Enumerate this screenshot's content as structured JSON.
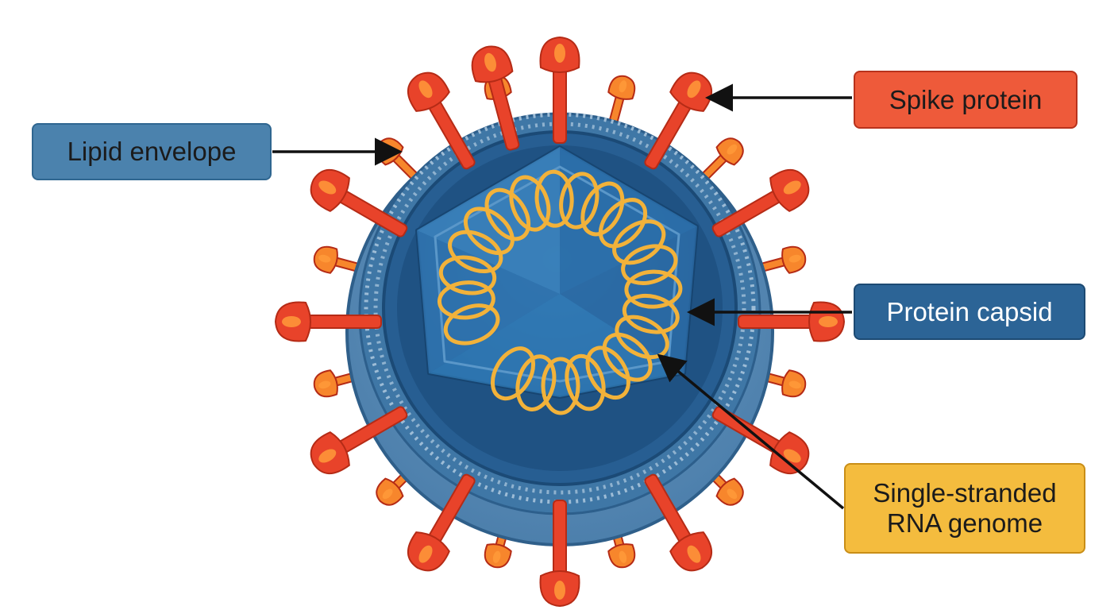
{
  "labels": {
    "lipid_envelope": "Lipid envelope",
    "spike_protein": "Spike protein",
    "protein_capsid": "Protein capsid",
    "rna_genome": "Single-stranded\nRNA genome"
  },
  "colors": {
    "lipid_box_fill": "#4b82ad",
    "lipid_box_border": "#2f6690",
    "spike_box_fill": "#ee5a3a",
    "spike_box_border": "#b8321c",
    "capsid_box_fill": "#2c6496",
    "capsid_box_border": "#1d4a73",
    "rna_box_fill": "#f4bc3e",
    "rna_box_border": "#c98e17",
    "envelope_outer": "#5a8bb4",
    "envelope_ring": "#3f77a6",
    "capsid_dark": "#1f5283",
    "capsid_face": "#3276b0",
    "rna_strand": "#f2b23a",
    "spike_red": "#e8432a",
    "spike_orange": "#f7862c",
    "arrow": "#111111"
  }
}
